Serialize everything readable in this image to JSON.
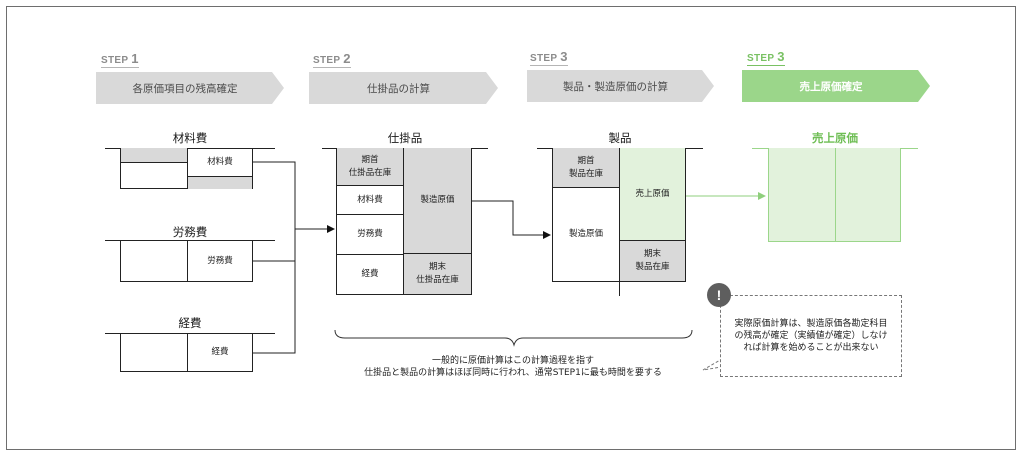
{
  "steps": [
    {
      "label": "STEP",
      "num": "1",
      "title": "各原価項目の残高確定"
    },
    {
      "label": "STEP",
      "num": "2",
      "title": "仕掛品の計算"
    },
    {
      "label": "STEP",
      "num": "3",
      "title": "製品・製造原価の計算"
    },
    {
      "label": "STEP",
      "num": "3",
      "title": "売上原価確定"
    }
  ],
  "accounts": {
    "materials": {
      "title": "材料費",
      "entry": "材料費"
    },
    "labor": {
      "title": "労務費",
      "entry": "労務費"
    },
    "overhead": {
      "title": "経費",
      "entry": "経費"
    }
  },
  "wip": {
    "title": "仕掛品",
    "opening": "期首\n仕掛品在庫",
    "materials": "材料費",
    "labor": "労務費",
    "overhead": "経費",
    "manufacturing_cost": "製造原価",
    "closing": "期末\n仕掛品在庫"
  },
  "product": {
    "title": "製品",
    "opening": "期首\n製品在庫",
    "manufacturing_cost": "製造原価",
    "cogs": "売上原価",
    "closing": "期末\n製品在庫"
  },
  "cogs": {
    "title": "売上原価"
  },
  "callout": {
    "icon": "!",
    "text": "実際原価計算は、製造原価各勘定科目の残高が確定（実績値が確定）しなければ計算を始めることが出来ない"
  },
  "note": {
    "line1": "一般的に原価計算はこの計算過程を指す",
    "line2": "仕掛品と製品の計算はほぼ同時に行われ、通常STEP1に最も時間を要する"
  },
  "colors": {
    "green": "#9bd68a",
    "grey": "#d9d9d9",
    "light_green": "#e2f2dc"
  }
}
